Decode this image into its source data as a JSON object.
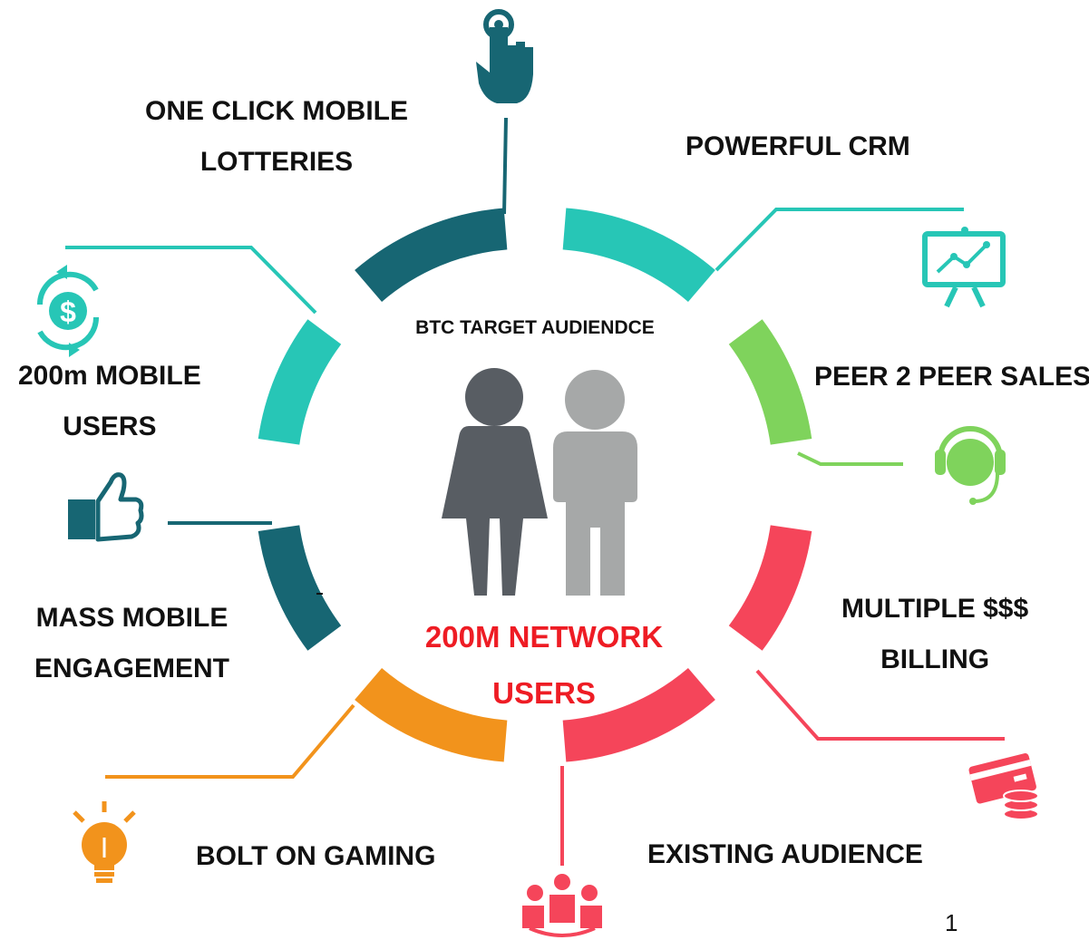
{
  "center": {
    "heading": "BTC TARGET AUDIENDCE",
    "stat_line1": "200M NETWORK",
    "stat_line2": "USERS"
  },
  "features": [
    {
      "line1": "ONE CLICK MOBILE",
      "line2": "LOTTERIES",
      "color": "#176673",
      "icon": "pointing-hand-icon"
    },
    {
      "line1": "POWERFUL CRM",
      "line2": "",
      "color": "#27c6b6",
      "icon": "presentation-chart-icon"
    },
    {
      "line1": "PEER 2 PEER SALES",
      "line2": "",
      "color": "#7fd35c",
      "icon": "headset-icon"
    },
    {
      "line1": "MULTIPLE $$$",
      "line2": "BILLING",
      "color": "#f5455a",
      "icon": "credit-card-coins-icon"
    },
    {
      "line1": "EXISTING AUDIENCE",
      "line2": "",
      "color": "#f5455a",
      "icon": "group-people-icon"
    },
    {
      "line1": "BOLT ON GAMING",
      "line2": "",
      "color": "#f2931c",
      "icon": "light-bulb-icon"
    },
    {
      "line1": "MASS MOBILE",
      "line2": "ENGAGEMENT",
      "color": "#176673",
      "icon": "thumbs-up-icon"
    },
    {
      "line1": "200m MOBILE",
      "line2": "USERS",
      "color": "#27c6b6",
      "icon": "dollar-cycle-icon"
    }
  ],
  "people": {
    "woman_color": "#585d63",
    "man_color": "#a6a8a8"
  },
  "page_number": "1"
}
